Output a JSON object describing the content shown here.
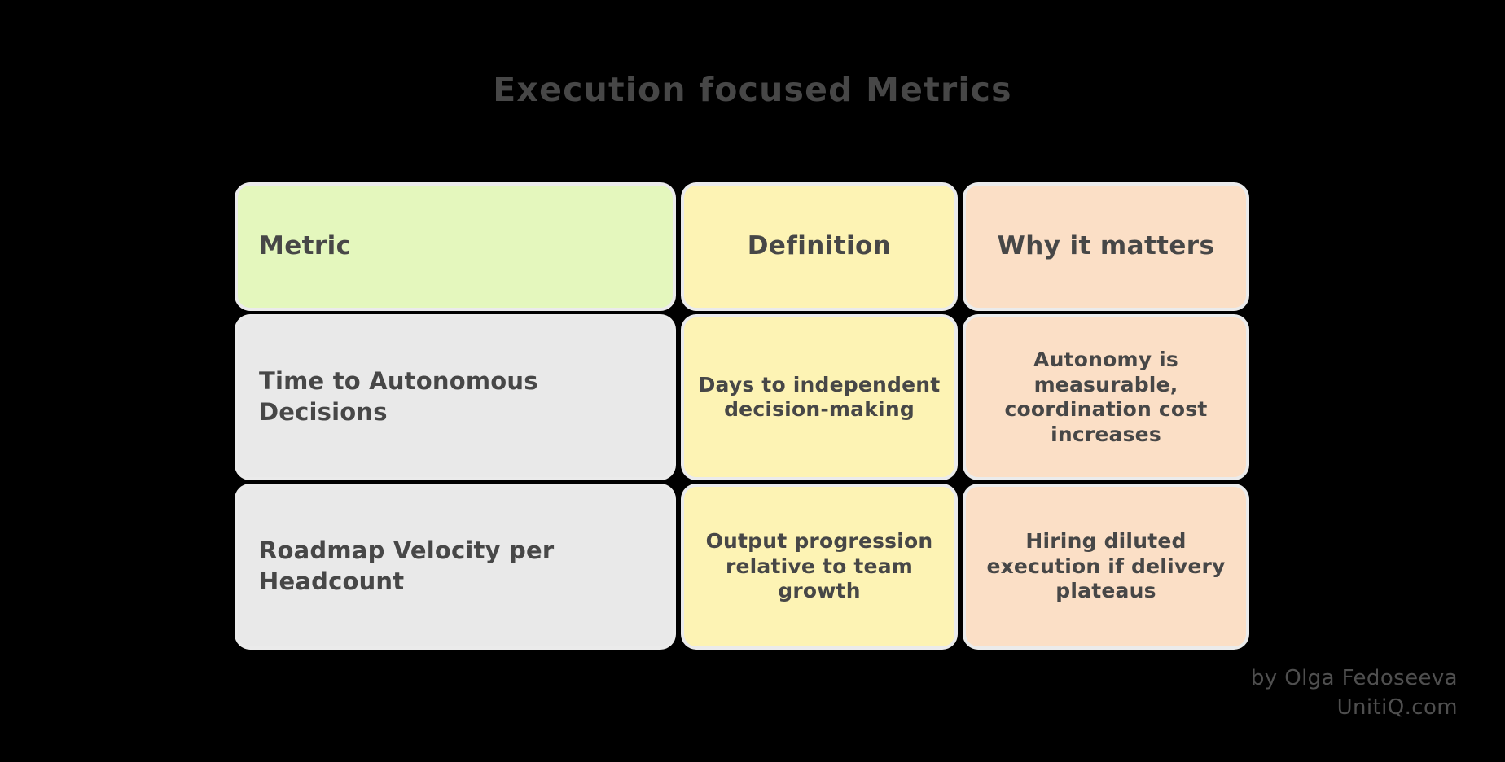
{
  "page": {
    "title": "Execution focused Metrics",
    "background_color": "#000000",
    "text_color": "#474747"
  },
  "colors": {
    "header_metric": "#e4f7bd",
    "header_definition": "#fdf3b4",
    "header_why": "#fbdfc6",
    "row_metric": "#e9e9e9",
    "row_definition": "#fdf3b4",
    "row_why": "#fbdfc6",
    "cell_outline": "#ffffff",
    "attribution": "#4f4f4f"
  },
  "table": {
    "headers": {
      "metric": "Metric",
      "definition": "Definition",
      "why": "Why it matters"
    },
    "rows": [
      {
        "metric": "Time to Autonomous Decisions",
        "definition": "Days to independent decision-making",
        "why": "Autonomy is measurable, coordination cost increases"
      },
      {
        "metric": "Roadmap Velocity per Headcount",
        "definition": "Output progression relative to team growth",
        "why": "Hiring diluted execution if delivery plateaus"
      }
    ]
  },
  "attribution": {
    "author_line": "by Olga Fedoseeva",
    "site_line": "UnitiQ.com"
  }
}
